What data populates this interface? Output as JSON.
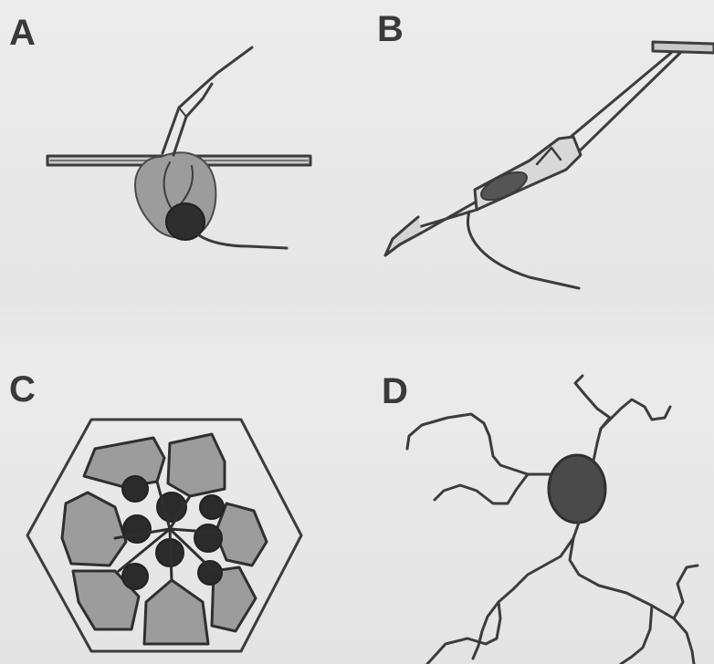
{
  "panels": [
    {
      "label": "A"
    },
    {
      "label": "B"
    },
    {
      "label": "C"
    },
    {
      "label": "D"
    }
  ],
  "colors": {
    "background": "#e9e9e9",
    "outline": "#3c3c3c",
    "cell_gray": "#9c9c9c",
    "nucleus_dark": "#2e2e2e",
    "nucleus_mid": "#555555",
    "plate_fill": "#c9c9c9"
  }
}
